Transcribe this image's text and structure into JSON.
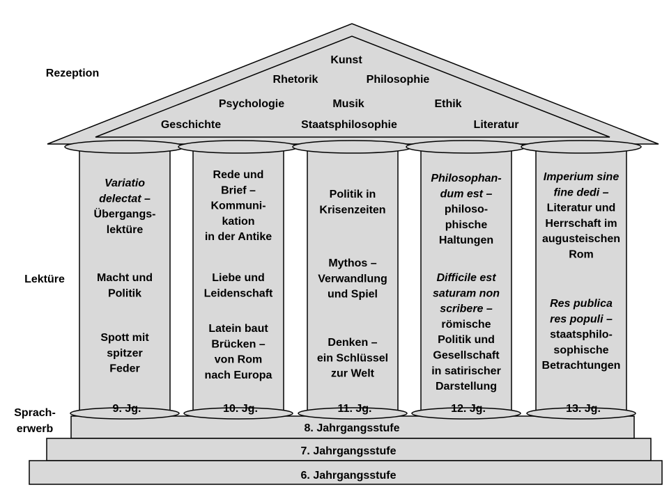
{
  "side_labels": {
    "rezeption": "Rezeption",
    "lektuere": "Lektüre",
    "spracherwerb_line1": "Sprach-",
    "spracherwerb_line2": "erwerb"
  },
  "roof_topics": {
    "kunst": "Kunst",
    "rhetorik": "Rhetorik",
    "philosophie": "Philosophie",
    "psychologie": "Psychologie",
    "musik": "Musik",
    "ethik": "Ethik",
    "geschichte": "Geschichte",
    "staatsphilosophie": "Staatsphilosophie",
    "literatur": "Literatur"
  },
  "columns": [
    {
      "grade": "9. Jg.",
      "blocks": [
        {
          "lines": [
            [
              "Variatio",
              true
            ],
            [
              "delectat –",
              true
            ],
            [
              "Übergangs-",
              false
            ],
            [
              "lektüre",
              false
            ]
          ]
        },
        {
          "lines": [
            [
              "Macht und",
              false
            ],
            [
              "Politik",
              false
            ]
          ]
        },
        {
          "lines": [
            [
              "Spott mit",
              false
            ],
            [
              "spitzer",
              false
            ],
            [
              "Feder",
              false
            ]
          ]
        }
      ]
    },
    {
      "grade": "10. Jg.",
      "blocks": [
        {
          "lines": [
            [
              "Rede und",
              false
            ],
            [
              "Brief –",
              false
            ],
            [
              "Kommuni-",
              false
            ],
            [
              "kation",
              false
            ],
            [
              "in der Antike",
              false
            ]
          ]
        },
        {
          "lines": [
            [
              "Liebe und",
              false
            ],
            [
              "Leidenschaft",
              false
            ]
          ]
        },
        {
          "lines": [
            [
              "Latein baut",
              false
            ],
            [
              "Brücken –",
              false
            ],
            [
              "von Rom",
              false
            ],
            [
              "nach Europa",
              false
            ]
          ]
        }
      ]
    },
    {
      "grade": "11. Jg.",
      "blocks": [
        {
          "lines": [
            [
              "Politik in",
              false
            ],
            [
              "Krisenzeiten",
              false
            ]
          ]
        },
        {
          "lines": [
            [
              "Mythos –",
              false
            ],
            [
              "Verwandlung",
              false
            ],
            [
              "und Spiel",
              false
            ]
          ]
        },
        {
          "lines": [
            [
              "Denken –",
              false
            ],
            [
              "ein Schlüssel",
              false
            ],
            [
              "zur Welt",
              false
            ]
          ]
        }
      ]
    },
    {
      "grade": "12. Jg.",
      "blocks": [
        {
          "lines": [
            [
              "Philosophan-",
              true
            ],
            [
              "dum est –",
              true
            ],
            [
              "philoso-",
              false
            ],
            [
              "phische",
              false
            ],
            [
              "Haltungen",
              false
            ]
          ]
        },
        {
          "lines": [
            [
              "Difficile est",
              true
            ],
            [
              "saturam non",
              true
            ],
            [
              "scribere –",
              true
            ],
            [
              "römische",
              false
            ],
            [
              "Politik und",
              false
            ],
            [
              "Gesellschaft",
              false
            ],
            [
              "in satirischer",
              false
            ],
            [
              "Darstellung",
              false
            ]
          ]
        }
      ]
    },
    {
      "grade": "13. Jg.",
      "blocks": [
        {
          "lines": [
            [
              "Imperium sine",
              true
            ],
            [
              "fine dedi –",
              true
            ],
            [
              "Literatur und",
              false
            ],
            [
              "Herrschaft im",
              false
            ],
            [
              "augusteischen",
              false
            ],
            [
              "Rom",
              false
            ]
          ]
        },
        {
          "lines": [
            [
              "Res publica",
              true
            ],
            [
              "res populi –",
              true
            ],
            [
              "staatsphilo-",
              false
            ],
            [
              "sophische",
              false
            ],
            [
              "Betrachtungen",
              false
            ]
          ]
        }
      ]
    }
  ],
  "steps": {
    "step8": "8. Jahrgangsstufe",
    "step7": "7. Jahrgangsstufe",
    "step6": "6. Jahrgangsstufe"
  },
  "colors": {
    "fill": "#d9d9d9",
    "stroke": "#000000"
  }
}
